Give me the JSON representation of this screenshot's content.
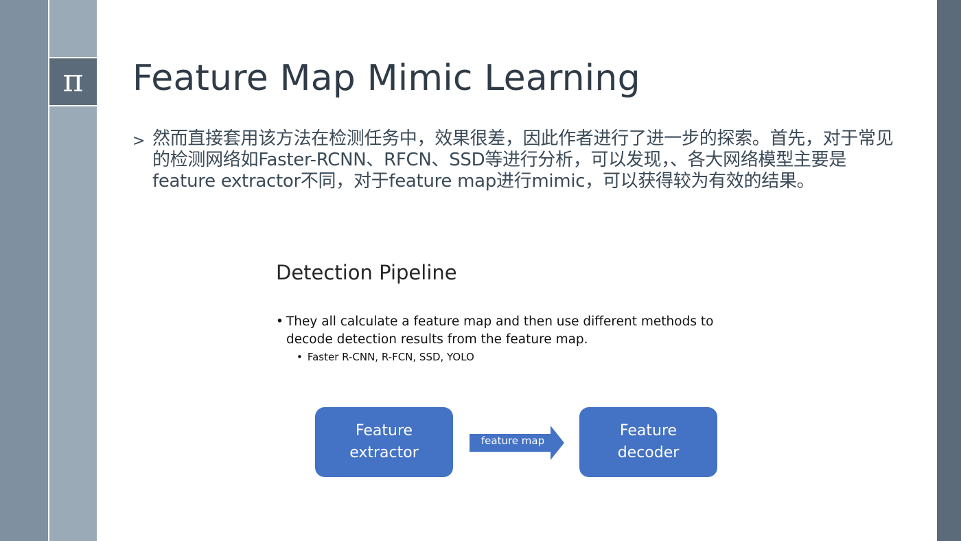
{
  "slide": {
    "pi_symbol": "π",
    "title": "Feature Map Mimic Learning",
    "bullet_marker": ">",
    "bullet_text": "然而直接套用该方法在检测任务中，效果很差，因此作者进行了进一步的探索。首先，对于常见的检测网络如Faster-RCNN、RFCN、SSD等进行分析，可以发现，、各大网络模型主要是feature extractor不同，对于feature map进行mimic，可以获得较为有效的结果。"
  },
  "embedded_figure": {
    "title": "Detection Pipeline",
    "bullet_dot": "•",
    "bullet1": "They all calculate a feature map and then use different methods to decode detection results from the feature map.",
    "bullet2": "Faster R-CNN, R-FCN, SSD, YOLO",
    "left_box": {
      "line1": "Feature",
      "line2": "extractor"
    },
    "arrow_label": "feature map",
    "right_box": {
      "line1": "Feature",
      "line2": "decoder"
    }
  },
  "colors": {
    "left_band_dark": "#7f91a1",
    "left_band_light": "#9aabb7",
    "pi_box": "#5b6b7a",
    "right_band": "#5c6b79",
    "title_text": "#2f3b47",
    "body_text": "#3b4a57",
    "pipeline_blue": "#4472c4"
  }
}
